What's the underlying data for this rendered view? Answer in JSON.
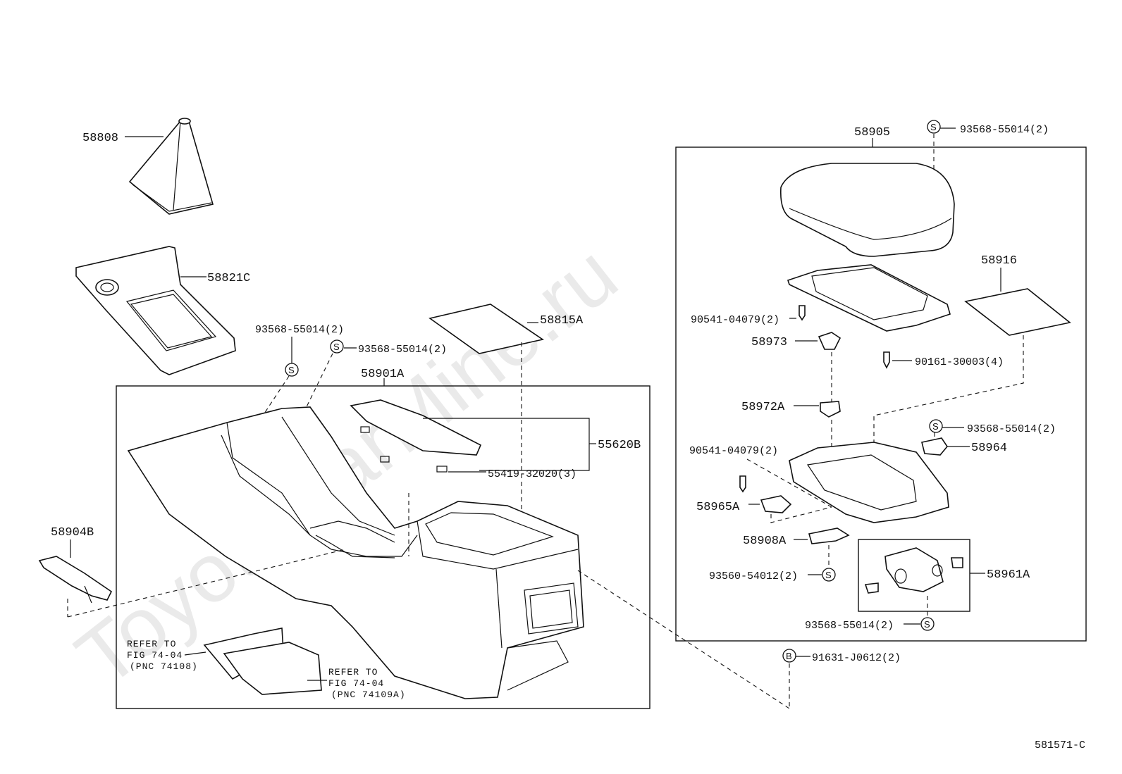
{
  "watermark": "ToyotaCarMine.ru",
  "figure_code": "581571-C",
  "labels": {
    "p58808": "58808",
    "p58821c": "58821C",
    "p58815a": "58815A",
    "p58901a": "58901A",
    "p55620b": "55620B",
    "p55419": "55419-32020(3)",
    "p58904b": "58904B",
    "s93568_a": "93568-55014(2)",
    "s93568_b": "93568-55014(2)",
    "p58905": "58905",
    "s93568_c": "93568-55014(2)",
    "p58916": "58916",
    "p90541_a": "90541-04079(2)",
    "p58973": "58973",
    "p90161": "90161-30003(4)",
    "p58972a": "58972A",
    "s93568_d": "93568-55014(2)",
    "p58964": "58964",
    "p90541_b": "90541-04079(2)",
    "p58965a": "58965A",
    "p58908a": "58908A",
    "s93560": "93560-54012(2)",
    "p58961a": "58961A",
    "s93568_e": "93568-55014(2)",
    "b91631": "91631-J0612(2)"
  },
  "symbols": {
    "screw": "S",
    "bolt": "B"
  },
  "refer1": {
    "line1": "REFER TO",
    "line2": "FIG 74-04",
    "line3": "(PNC 74108)"
  },
  "refer2": {
    "line1": "REFER TO",
    "line2": "FIG 74-04",
    "line3": "(PNC 74109A)"
  }
}
